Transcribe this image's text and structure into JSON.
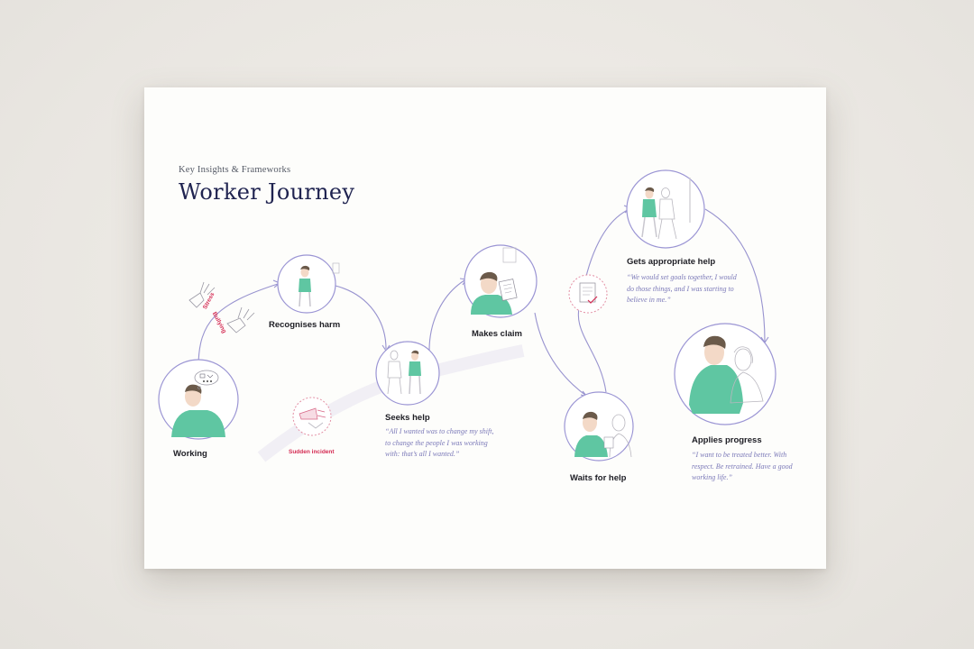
{
  "header": {
    "eyebrow": "Key Insights & Frameworks",
    "title": "Worker Journey"
  },
  "stages": [
    {
      "label": "Working",
      "quote": ""
    },
    {
      "label": "Recognises harm",
      "quote": ""
    },
    {
      "label": "Seeks help",
      "quote": "“All I wanted was to change my shift, to change the people I was working with: that’s all I wanted.”"
    },
    {
      "label": "Makes claim",
      "quote": ""
    },
    {
      "label": "Waits for help",
      "quote": ""
    },
    {
      "label": "Gets appropriate help",
      "quote": "“We would set goals together, I would do those things, and I was starting to believe in me.”"
    },
    {
      "label": "Applies progress",
      "quote": "“I want to be treated better. With respect. Be retrained. Have a good working life.”"
    }
  ],
  "annotations": {
    "stress": "Stress",
    "bullying": "Bullying",
    "sudden_incident": "Sudden incident"
  },
  "colors": {
    "accent_purple": "#9893cf",
    "quote_purple": "#7b79b8",
    "alert_red": "#d42a52",
    "shirt_green": "#5fc6a2",
    "title_navy": "#1f2350"
  },
  "icons": [
    "hands-icon",
    "megaphone-icon",
    "document-checklist-icon",
    "thought-bubble-icon"
  ]
}
